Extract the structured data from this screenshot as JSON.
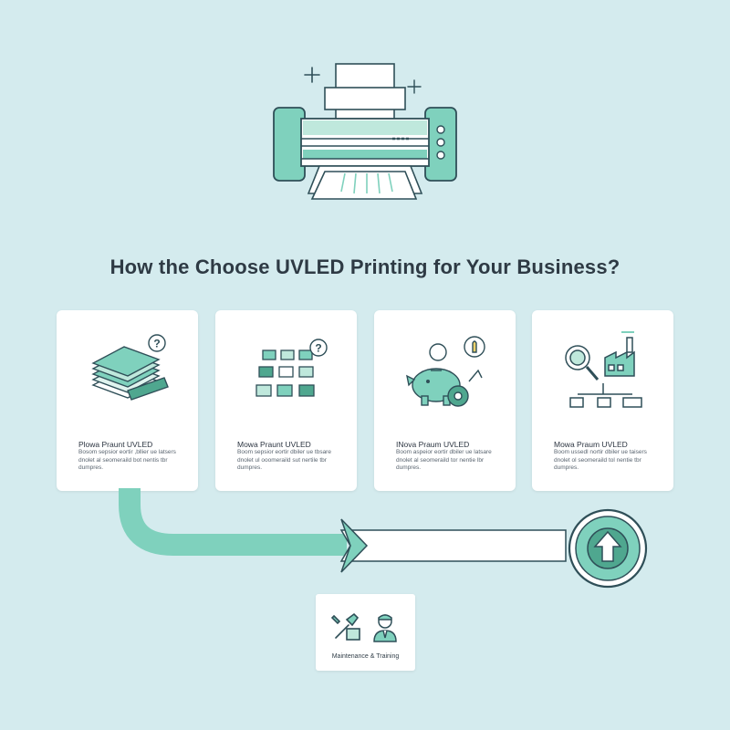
{
  "title": "How the Choose UVLED Printing for Your Business?",
  "cards": [
    {
      "title": "Plowa Praunt UVLED",
      "description": "Bosom sepsior eortir ,bllier ue latsers dnolet al seomeraild bot nentis tbr dumpres.",
      "icon": "stacked-panels-question-icon"
    },
    {
      "title": "Mowa Praunt UVLED",
      "description": "Boom sepsior eortir dbiler ue tbsare dnolet ul ooomeraild sut nertile tbr dumpres.",
      "icon": "tile-grid-question-icon"
    },
    {
      "title": "INova Praum UVLED",
      "description": "Boom aspeior eortir dbiler ue latsare dnolet al seomeraild tor nentie lbr dumpres.",
      "icon": "piggy-bank-gear-idea-icon"
    },
    {
      "title": "Mowa Praum UVLED",
      "description": "Boom ussedl nortir dbiler ue taisers dnolet ol seomeraild tol nentie tbr dumpres.",
      "icon": "factory-search-flowchart-icon"
    }
  ],
  "bottom": {
    "label": "Maintenance & Training",
    "icons": [
      "tools-book-icon",
      "person-icon"
    ]
  },
  "colors": {
    "background": "#d4ebee",
    "accent": "#7fd1bd",
    "accent_dark": "#4fa78f",
    "line": "#2f4f58",
    "text": "#2e3a44"
  }
}
